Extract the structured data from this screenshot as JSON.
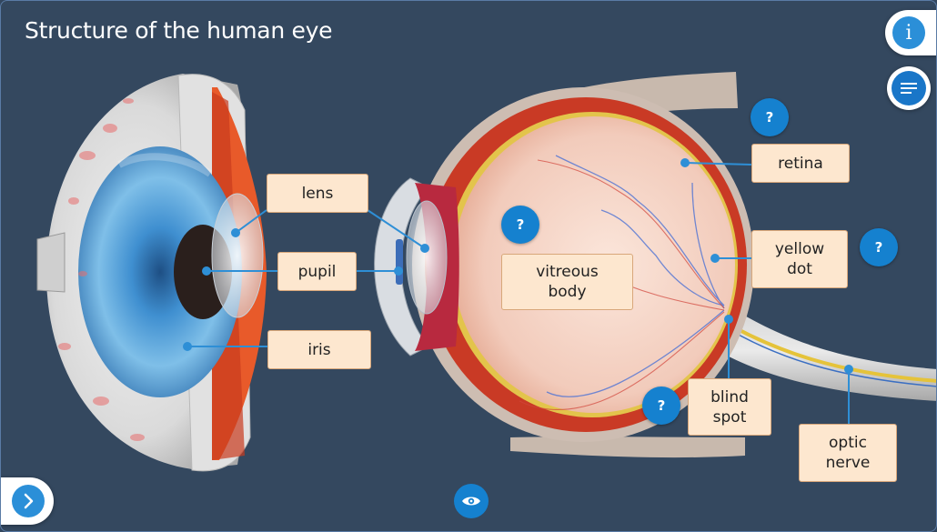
{
  "title": "Structure of the human eye",
  "labels": {
    "lens": "lens",
    "pupil": "pupil",
    "iris": "iris",
    "retina": "retina",
    "yellow_dot": "yellow\ndot",
    "vitreous_body": "vitreous\nbody",
    "blind_spot": "blind\nspot",
    "optic_nerve": "optic\nnerve"
  },
  "buttons": {
    "question_mark": "?",
    "info": "i"
  },
  "icons": {
    "info": "info-icon",
    "menu": "menu-icon",
    "next": "chevron-right-icon",
    "visibility": "eye-icon",
    "help": "question-icon"
  },
  "colors": {
    "background": "#34485f",
    "label_fill": "#fde7cf",
    "label_border": "#d8a77a",
    "accent_blue": "#1581cf",
    "leader_line": "#2e8fd6"
  }
}
